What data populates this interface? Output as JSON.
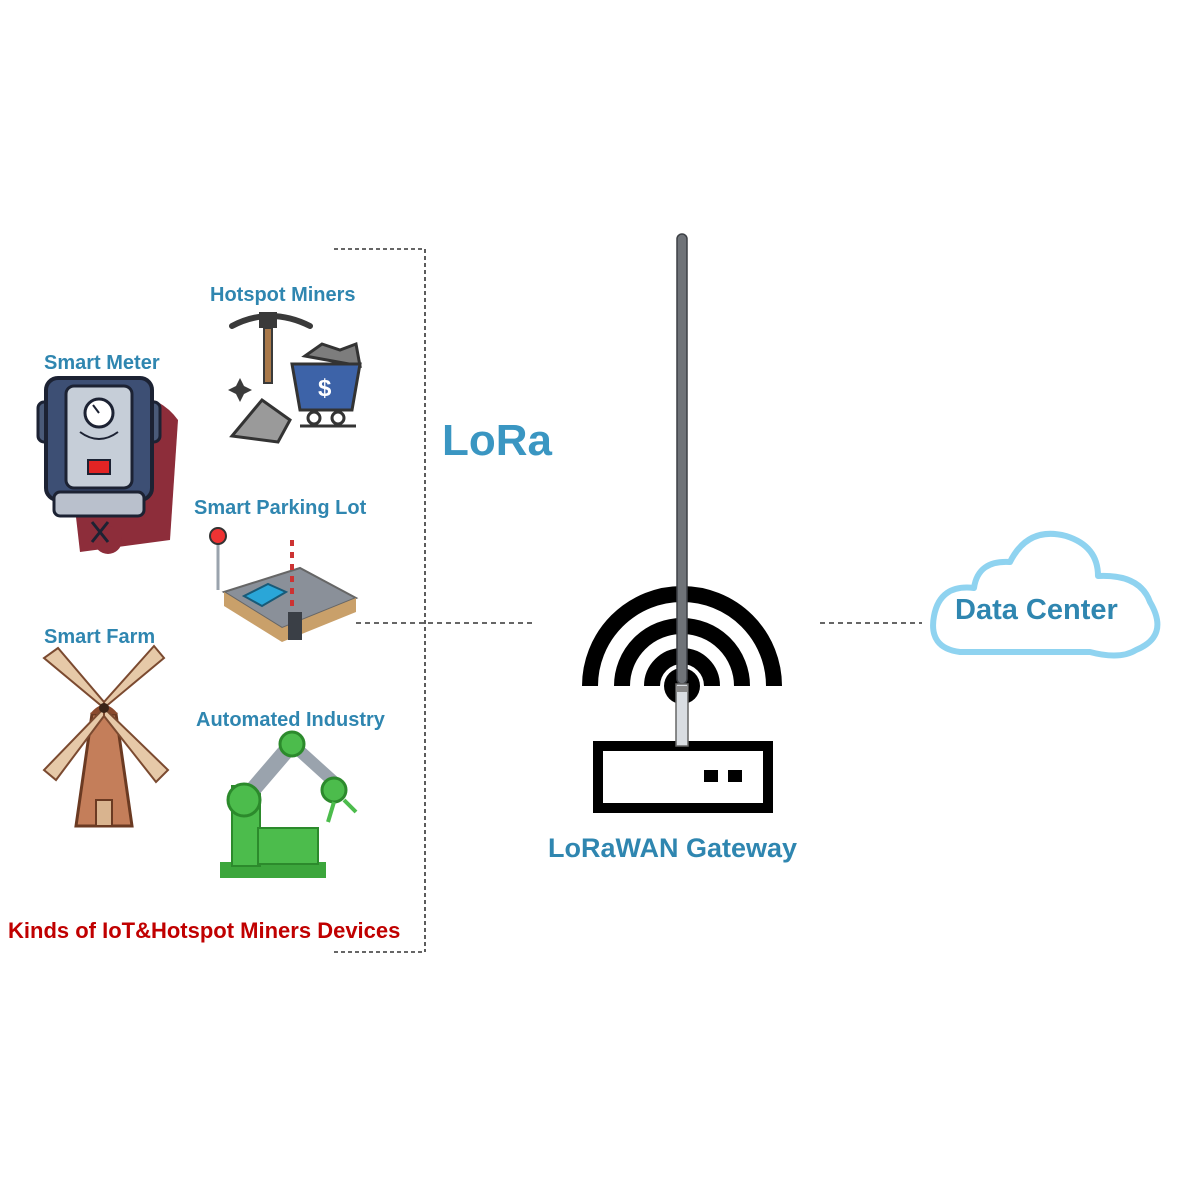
{
  "diagram": {
    "protocol_label": "LoRa",
    "devices": [
      {
        "label": "Hotspot Miners",
        "icon": "mining-cart-icon"
      },
      {
        "label": "Smart Meter",
        "icon": "smart-meter-icon"
      },
      {
        "label": "Smart Parking Lot",
        "icon": "parking-lot-icon"
      },
      {
        "label": "Smart Farm",
        "icon": "windmill-icon"
      },
      {
        "label": "Automated Industry",
        "icon": "robot-arm-icon"
      }
    ],
    "gateway_label": "LoRaWAN Gateway",
    "data_center_label": "Data Center",
    "group_caption": "Kinds of IoT&Hotspot Miners Devices",
    "colors": {
      "label_blue": "#2f86b0",
      "caption_red": "#c00000",
      "cloud_stroke": "#8fd3f0"
    }
  }
}
